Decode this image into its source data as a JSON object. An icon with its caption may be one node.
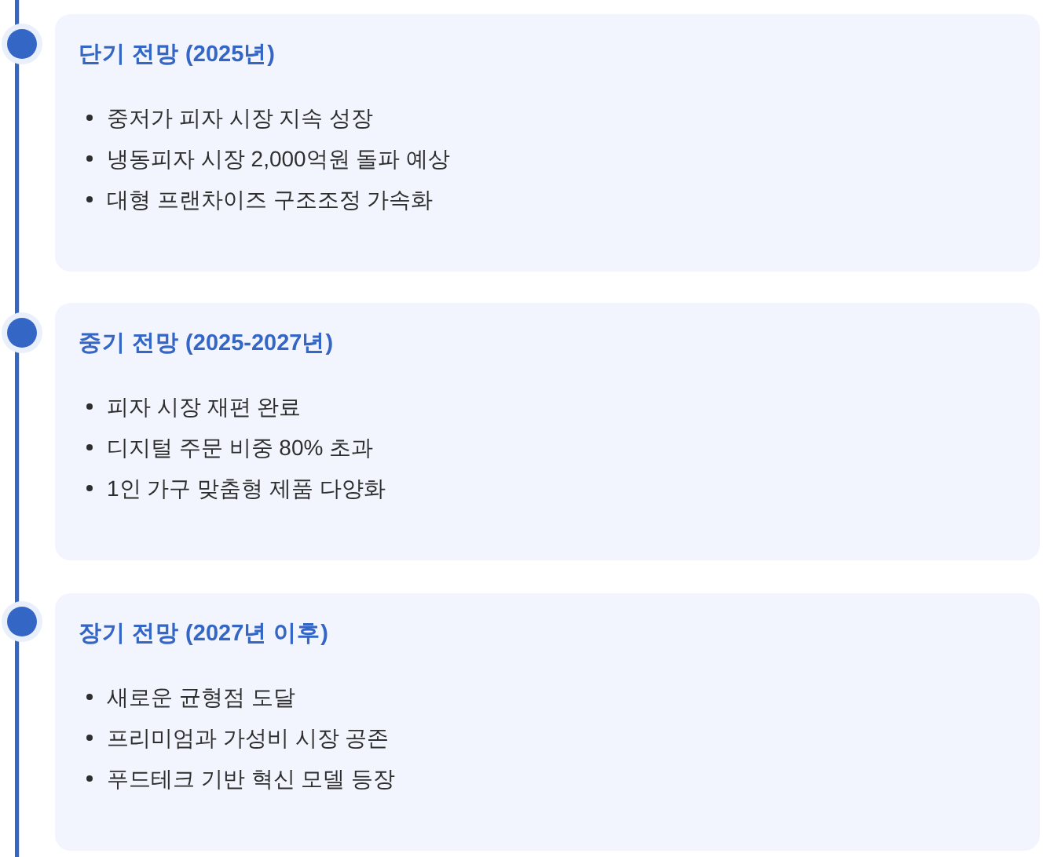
{
  "diagram": {
    "nodes": [
      {
        "text": [
          "단기 전망 (2025년)",
          "중저가 피자 시장 지속 성장",
          "냉동피자 시장 2,000억원 돌파 예상",
          "대형 프랜차이즈 구조조정 가속화"
        ]
      },
      {
        "text": [
          "중기 전망 (2025-2027년)",
          "피자 시장 재편 완료",
          "디지털 주문 비중 80% 초과",
          "1인 가구 맞춤형 제품 다양화"
        ]
      },
      {
        "text": [
          "장기 전망 (2027년 이후)",
          "새로운 균형점 도달",
          "프리미엄과 가성비 시장 공존",
          "푸드테크 기반 혁신 모델 등장"
        ]
      }
    ]
  }
}
